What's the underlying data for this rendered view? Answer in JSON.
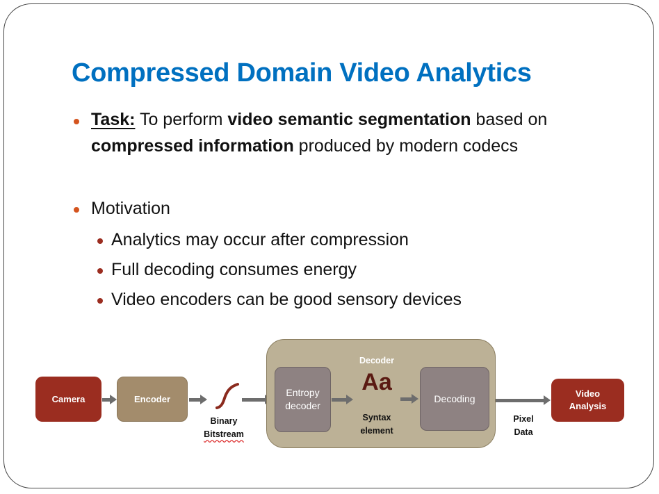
{
  "title": "Compressed Domain Video Analytics",
  "bullets": {
    "task_label": "Task:",
    "task_text_1": " To perform ",
    "task_bold_1": "video semantic segmentation",
    "task_text_2": " based on",
    "task_bold_2": "compressed information",
    "task_text_3": " produced by modern codecs",
    "motivation": "Motivation",
    "sub": [
      "Analytics may occur after compression",
      "Full decoding consumes energy",
      "Video encoders can be good sensory devices"
    ]
  },
  "diagram": {
    "camera": "Camera",
    "encoder": "Encoder",
    "bitstream_1": "Binary",
    "bitstream_2": "Bitstream",
    "decoder_title": "Decoder",
    "entropy_1": "Entropy",
    "entropy_2": "decoder",
    "aa": "Aa",
    "syntax_1": "Syntax",
    "syntax_2": "element",
    "decoding": "Decoding",
    "pixel_1": "Pixel",
    "pixel_2": "Data",
    "video_1": "Video",
    "video_2": "Analysis"
  },
  "colors": {
    "title": "#0070C0",
    "camera": "#9B2D20",
    "encoder": "#A38C6C",
    "decoder": "#BCB196",
    "inner": "#8E8282"
  }
}
